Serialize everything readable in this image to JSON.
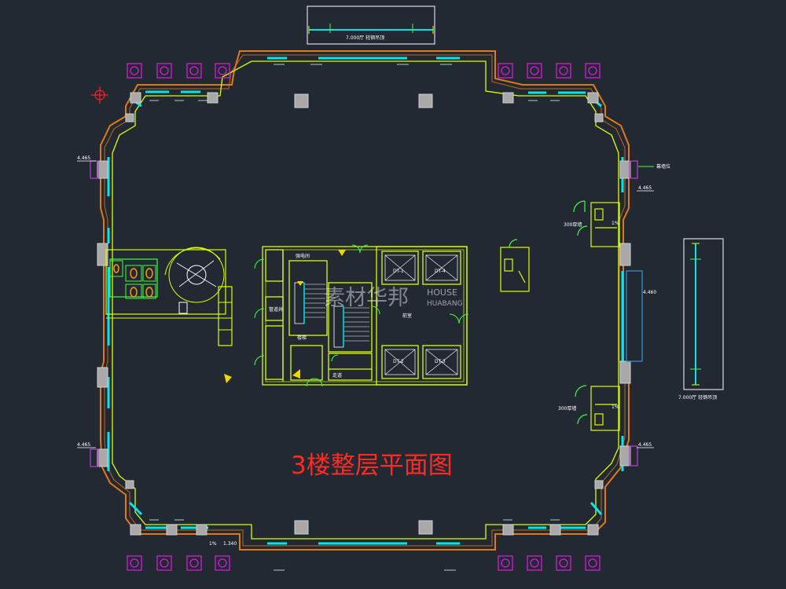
{
  "drawing": {
    "title": "3楼整层平面图",
    "background_color": "#222933",
    "wall_color": "#d9ff00",
    "window_color": "#00e5ee",
    "facade_color": "#e07a16",
    "column_color": "#bdbdbd",
    "planter_color": "#d61cd6"
  },
  "legend_boxes": {
    "top_label": "7.000厅 轻钢吊顶",
    "right_label": "7.000厅 轻钢吊顶"
  },
  "elevations": {
    "nw": "4.465",
    "ne": "4.465",
    "east": "4.460",
    "sw": "4.465",
    "se": "4.465",
    "bottom": "1.340"
  },
  "side_notes": {
    "east_upper": "300厚墙",
    "east_lower": "300厚墙",
    "east_outer": "幕墙位",
    "east_upper_pct": "1%",
    "east_lower_pct": "1%",
    "bottom_pct": "1%"
  },
  "core": {
    "elevators": [
      "DT-1",
      "DT-4",
      "DT-2",
      "DT-3"
    ],
    "rooms": {
      "strong_room": "强电间",
      "well_room": "管道井",
      "lobby": "前室",
      "stair_label": "楼梯",
      "corridor": "走道"
    }
  },
  "watermark": {
    "brand_cn": "素材华邦",
    "brand_en_1": "HOUSE",
    "brand_en_2": "HUABANG"
  }
}
